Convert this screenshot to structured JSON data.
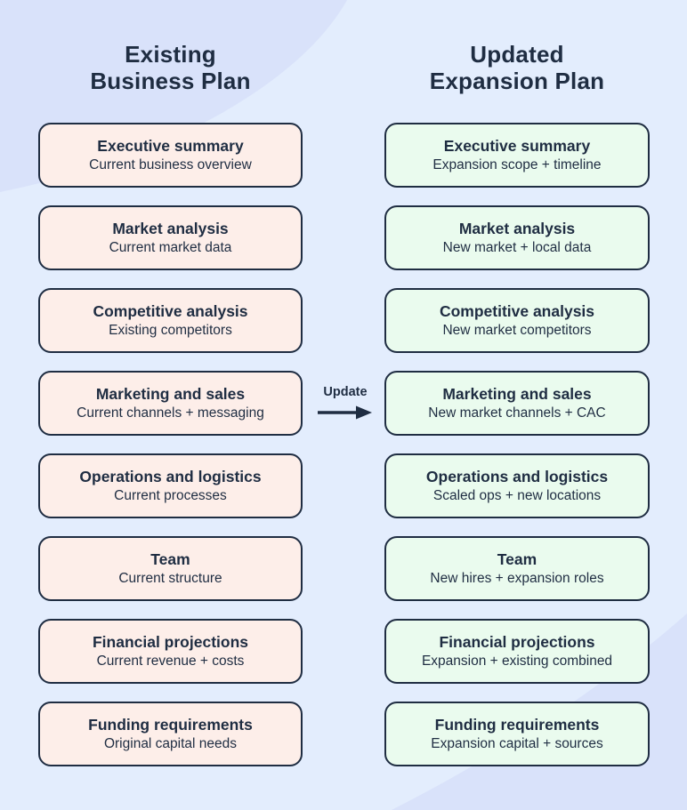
{
  "colors": {
    "background": "#e3edfd",
    "blob": "#d9e2fa",
    "ink": "#1f2d42",
    "left_box_fill": "#fdeee9",
    "right_box_fill": "#eafbee"
  },
  "connector": {
    "label": "Update",
    "from_row": 4
  },
  "columns": [
    {
      "id": "existing",
      "title_line1": "Existing",
      "title_line2": "Business Plan",
      "box_fill": "#fdeee9",
      "items": [
        {
          "title": "Executive summary",
          "subtitle": "Current business overview"
        },
        {
          "title": "Market analysis",
          "subtitle": "Current market data"
        },
        {
          "title": "Competitive analysis",
          "subtitle": "Existing competitors"
        },
        {
          "title": "Marketing and sales",
          "subtitle": "Current channels + messaging"
        },
        {
          "title": "Operations and logistics",
          "subtitle": "Current processes"
        },
        {
          "title": "Team",
          "subtitle": "Current structure"
        },
        {
          "title": "Financial projections",
          "subtitle": "Current revenue + costs"
        },
        {
          "title": "Funding requirements",
          "subtitle": "Original capital needs"
        }
      ]
    },
    {
      "id": "updated",
      "title_line1": "Updated",
      "title_line2": "Expansion Plan",
      "box_fill": "#eafbee",
      "items": [
        {
          "title": "Executive summary",
          "subtitle": "Expansion scope + timeline"
        },
        {
          "title": "Market analysis",
          "subtitle": "New market + local data"
        },
        {
          "title": "Competitive analysis",
          "subtitle": "New market competitors"
        },
        {
          "title": "Marketing and sales",
          "subtitle": "New market channels + CAC"
        },
        {
          "title": "Operations and logistics",
          "subtitle": "Scaled ops + new locations"
        },
        {
          "title": "Team",
          "subtitle": "New hires + expansion roles"
        },
        {
          "title": "Financial projections",
          "subtitle": "Expansion + existing combined"
        },
        {
          "title": "Funding requirements",
          "subtitle": "Expansion capital + sources"
        }
      ]
    }
  ]
}
